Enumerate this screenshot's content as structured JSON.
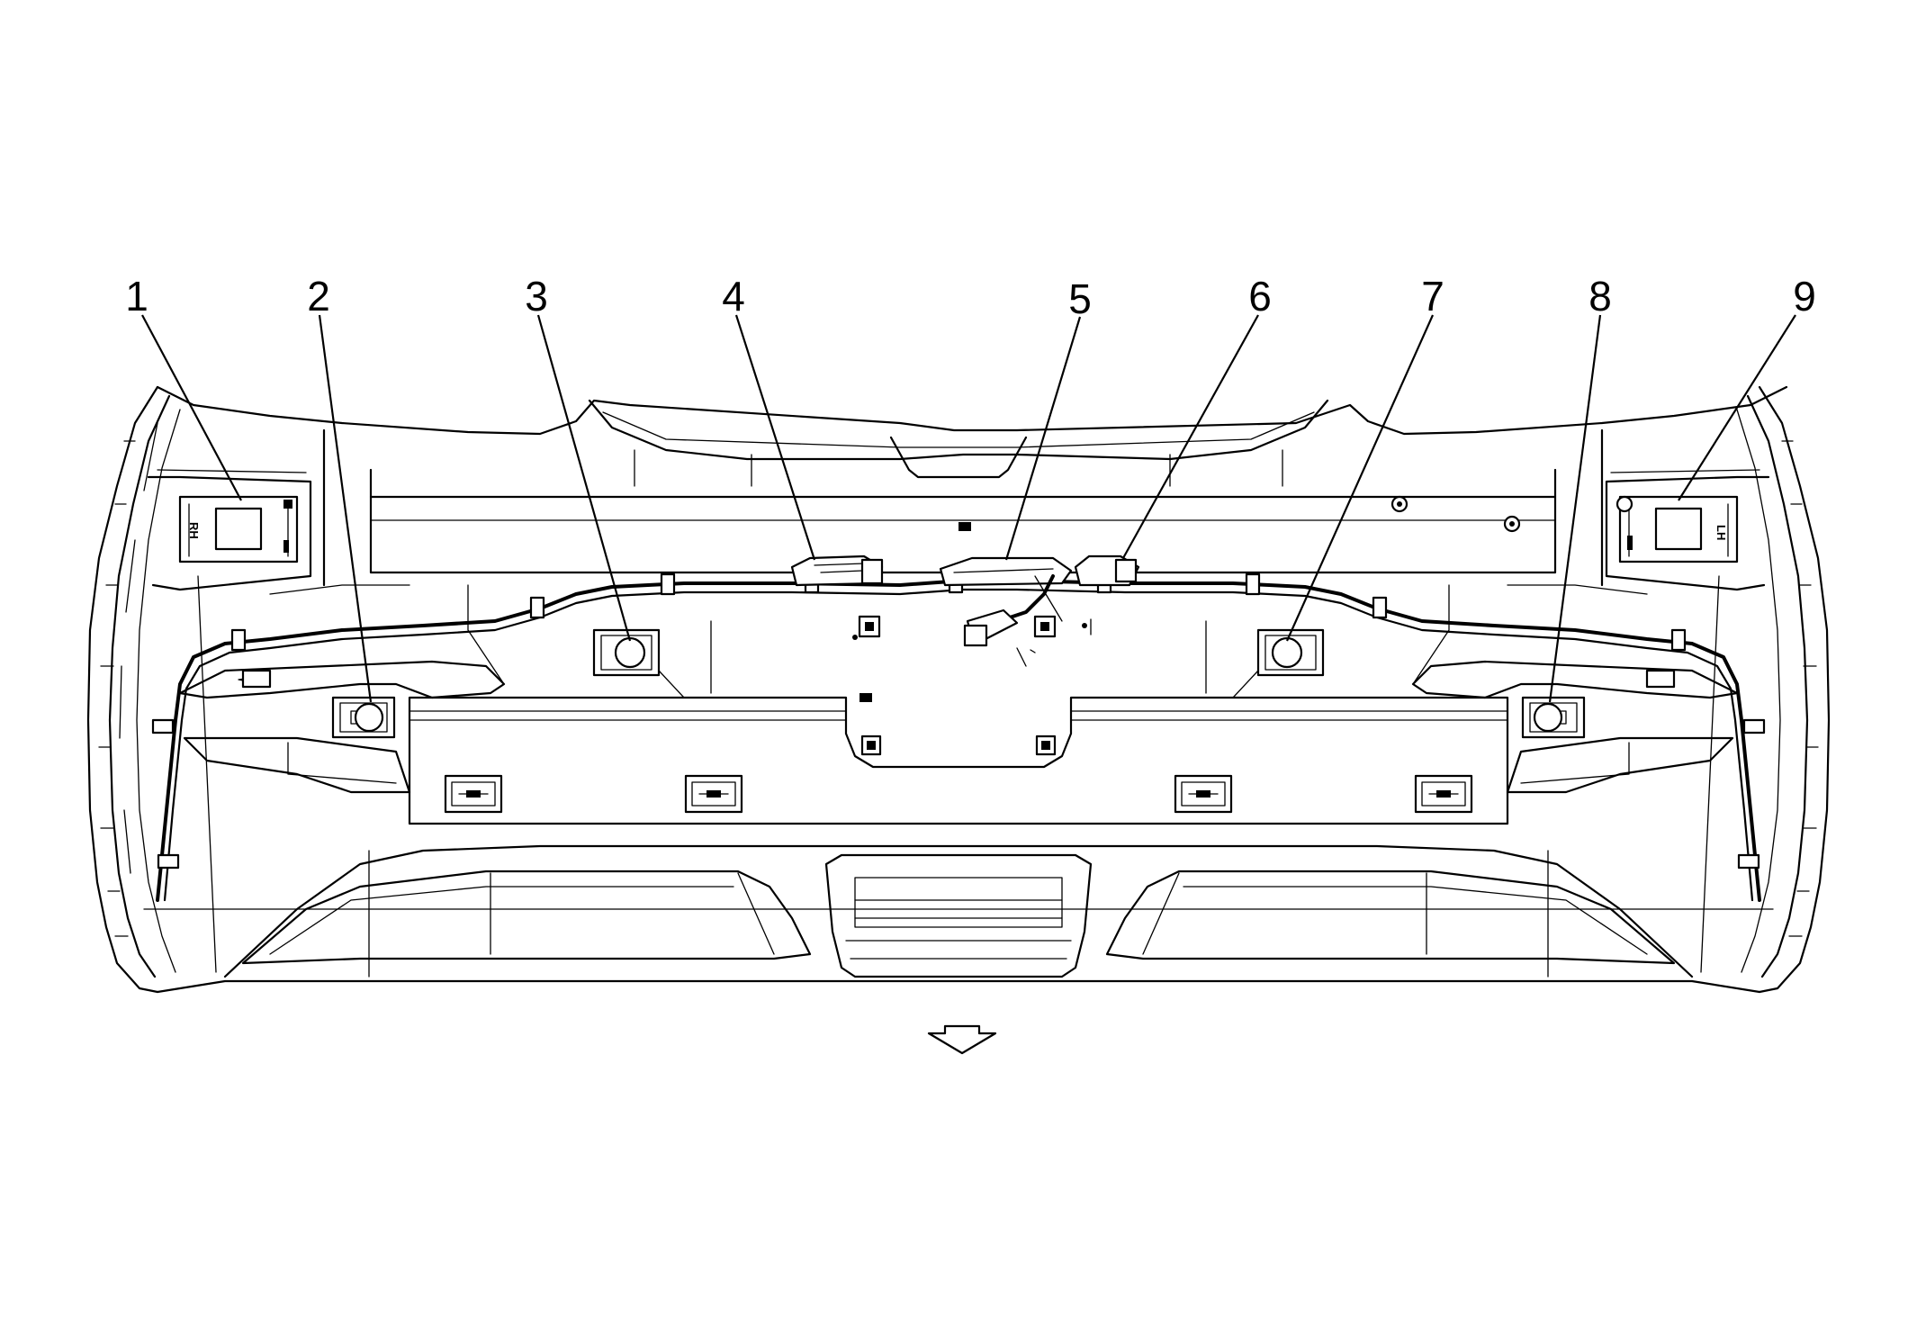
{
  "callouts": [
    "1",
    "2",
    "3",
    "4",
    "5",
    "6",
    "7",
    "8",
    "9"
  ],
  "side_labels": {
    "right_hand": "RH",
    "left_hand": "LH"
  },
  "colors": {
    "line": "#000000",
    "background": "#ffffff"
  },
  "icons": {
    "direction_arrow": "arrow-down-icon"
  }
}
